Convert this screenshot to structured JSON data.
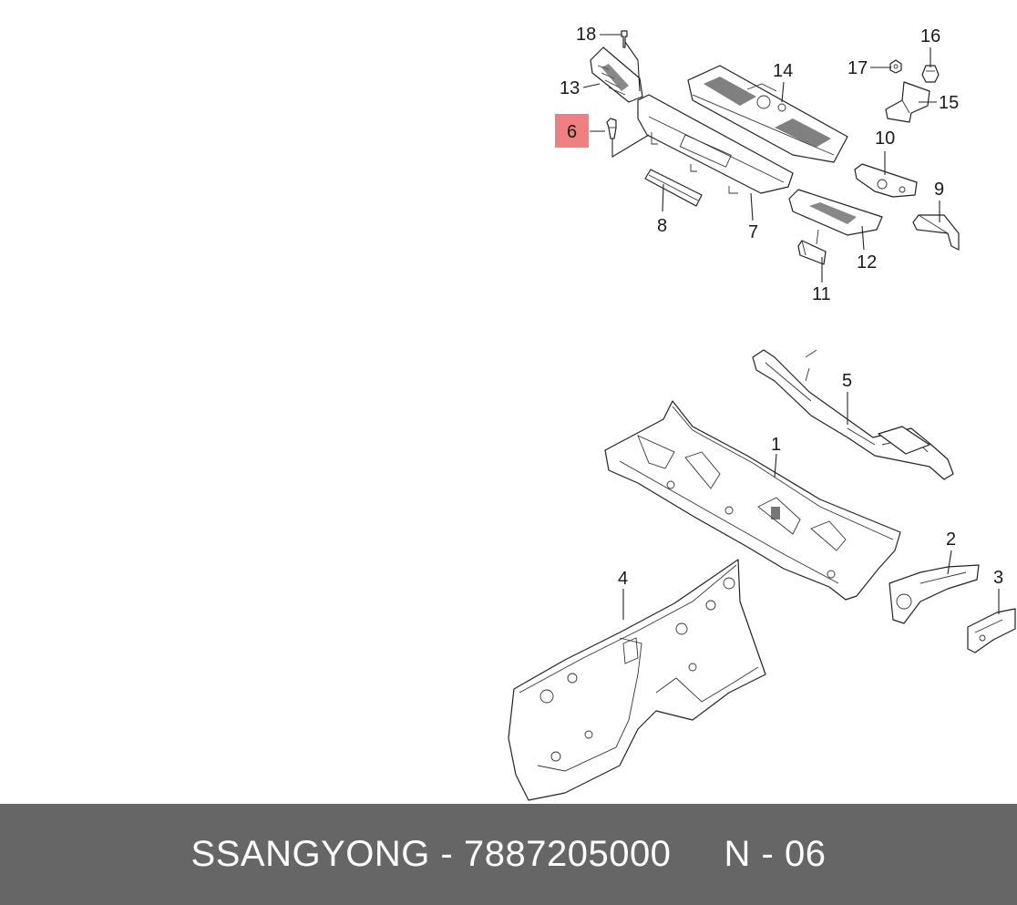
{
  "callouts": {
    "c1": "1",
    "c2": "2",
    "c3": "3",
    "c4": "4",
    "c5": "5",
    "c6": "6",
    "c7": "7",
    "c8": "8",
    "c9": "9",
    "c10": "10",
    "c11": "11",
    "c12": "12",
    "c13": "13",
    "c14": "14",
    "c15": "15",
    "c16": "16",
    "c17": "17",
    "c18": "18"
  },
  "highlight": {
    "part": "6",
    "color": "#f08080"
  },
  "footer": {
    "brand": "SSANGYONG",
    "separator": "-",
    "part_number": "7887205000",
    "position": "N - 06",
    "background": "#666666"
  }
}
